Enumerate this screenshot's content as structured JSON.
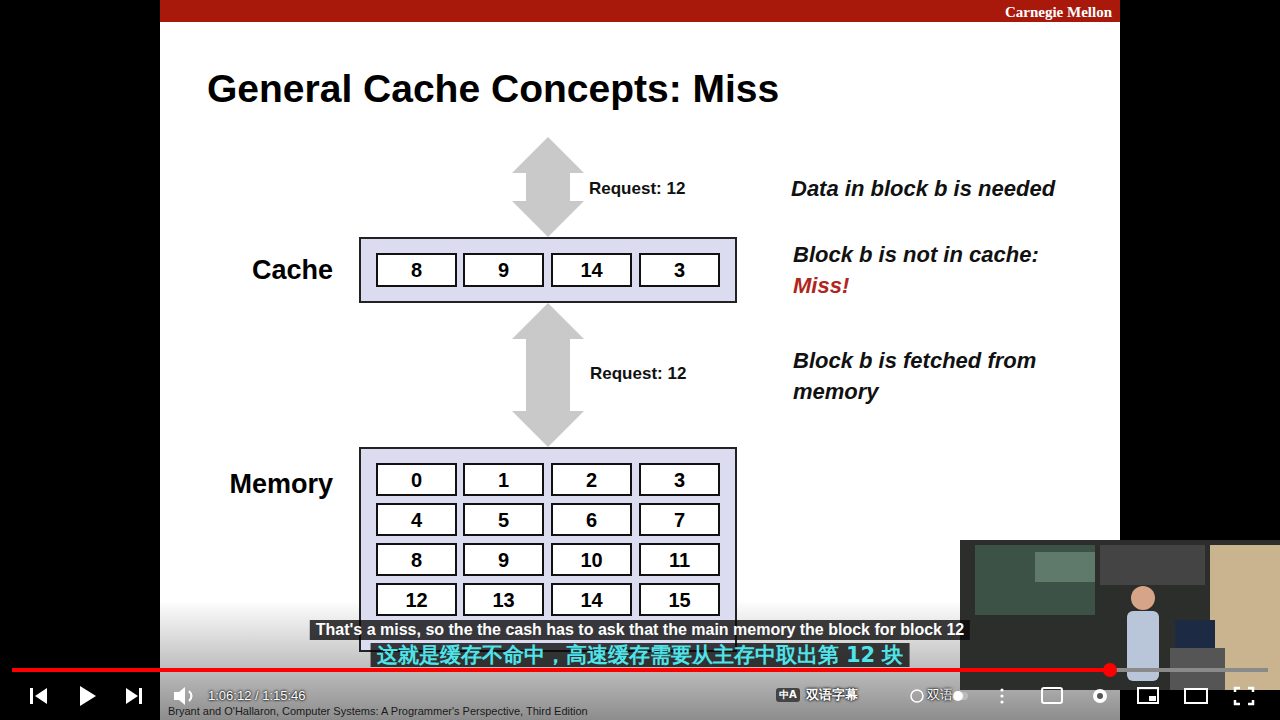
{
  "diagram": {
    "title": "General Cache Concepts: Miss",
    "nodes": [
      {
        "text": [
          "Cache"
        ]
      },
      {
        "text": [
          "8"
        ],
        "in": 0
      },
      {
        "text": [
          "9"
        ],
        "in": 0
      },
      {
        "text": [
          "14"
        ],
        "in": 0
      },
      {
        "text": [
          "3"
        ],
        "in": 0
      },
      {
        "text": [
          "Memory"
        ]
      },
      {
        "text": [
          "0"
        ],
        "in": 5
      },
      {
        "text": [
          "1"
        ],
        "in": 5
      },
      {
        "text": [
          "2"
        ],
        "in": 5
      },
      {
        "text": [
          "3"
        ],
        "in": 5
      },
      {
        "text": [
          "4"
        ],
        "in": 5
      },
      {
        "text": [
          "5"
        ],
        "in": 5
      },
      {
        "text": [
          "6"
        ],
        "in": 5
      },
      {
        "text": [
          "7"
        ],
        "in": 5
      },
      {
        "text": [
          "8"
        ],
        "in": 5
      },
      {
        "text": [
          "9"
        ],
        "in": 5
      },
      {
        "text": [
          "10"
        ],
        "in": 5
      },
      {
        "text": [
          "11"
        ],
        "in": 5
      },
      {
        "text": [
          "12"
        ],
        "in": 5
      },
      {
        "text": [
          "13"
        ],
        "in": 5
      },
      {
        "text": [
          "14"
        ],
        "in": 5
      },
      {
        "text": [
          "15"
        ],
        "in": 5
      }
    ],
    "edges": [
      {
        "from": 0,
        "to": 5,
        "arrow": "both",
        "label": "Request: 12"
      }
    ],
    "labels": [
      "Carnegie Mellon",
      "Request: 12",
      "Data in block b is needed",
      "Block b is not in cache:",
      "Miss!",
      "Block b is fetched from memory",
      "这就是缓存不命中，高速缓存需要从主存中取出第 12 块",
      "That's a miss, so the the cash has to ask that the main memory the block for block 12",
      "1:06:12 / 1:15:46",
      "中A",
      "双语字幕",
      "双语",
      "Bryant and O'Hallaron, Computer Systems: A Programmer's Perspective, Third Edition"
    ]
  }
}
